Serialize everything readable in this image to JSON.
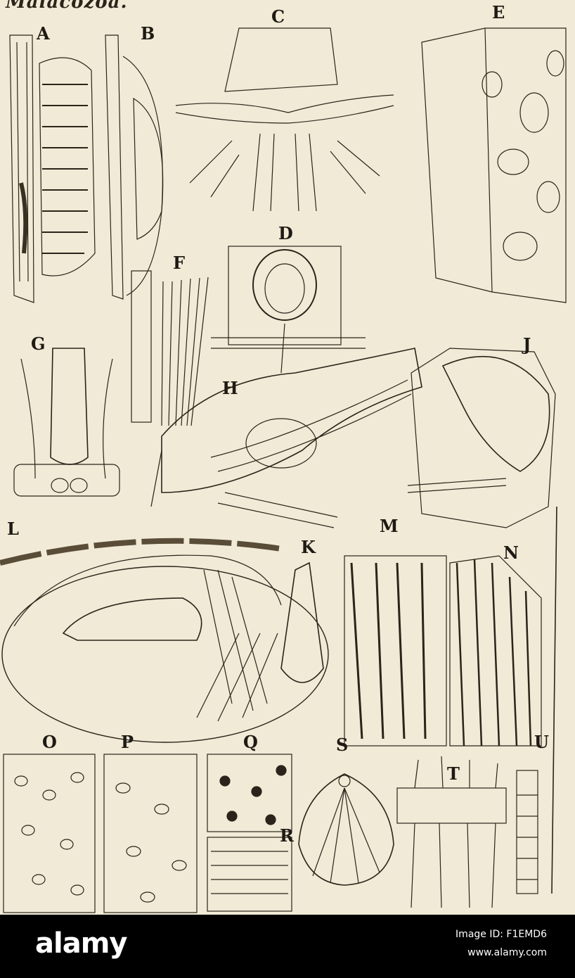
{
  "plate": {
    "title": "Malacozoa.",
    "figure_labels": [
      "A",
      "B",
      "C",
      "D",
      "E",
      "F",
      "G",
      "H",
      "J",
      "K",
      "L",
      "M",
      "N",
      "O",
      "P",
      "Q",
      "R",
      "S",
      "T",
      "U"
    ],
    "colors": {
      "paper": "#f1ead6",
      "ink": "#2a241a"
    }
  },
  "footer": {
    "brand": "alamy",
    "image_id": "Image ID: F1EMD6",
    "url": "www.alamy.com",
    "colors": {
      "background": "#000000",
      "text": "#ffffff"
    }
  }
}
